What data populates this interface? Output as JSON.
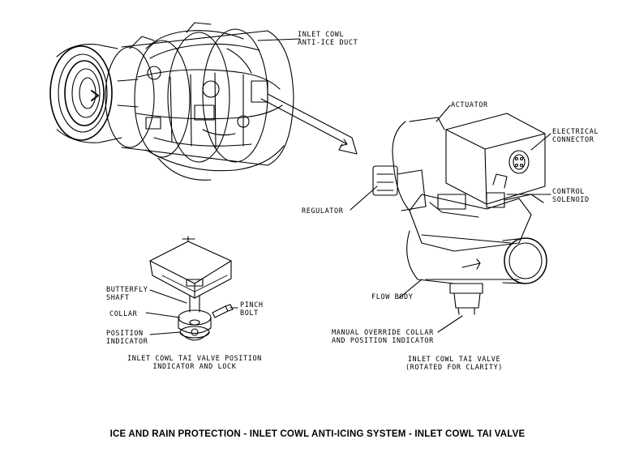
{
  "labels": {
    "inlet_duct_line1": "INLET COWL",
    "inlet_duct_line2": "ANTI-ICE DUCT",
    "actuator": "ACTUATOR",
    "electrical_line1": "ELECTRICAL",
    "electrical_line2": "CONNECTOR",
    "control_line1": "CONTROL",
    "control_line2": "SOLENOID",
    "regulator": "REGULATOR",
    "butterfly_line1": "BUTTERFLY",
    "butterfly_line2": "SHAFT",
    "pinch_line1": "PINCH",
    "pinch_line2": "BOLT",
    "collar": "COLLAR",
    "position_line1": "POSITION",
    "position_line2": "INDICATOR",
    "flow_body": "FLOW BODY",
    "manual_line1": "MANUAL OVERRIDE COLLAR",
    "manual_line2": "AND POSITION INDICATOR"
  },
  "captions": {
    "left_line1": "INLET COWL TAI VALVE POSITION",
    "left_line2": "INDICATOR AND LOCK",
    "right_line1": "INLET COWL TAI VALVE",
    "right_line2": "(ROTATED FOR CLARITY)"
  },
  "title": "ICE AND RAIN PROTECTION - INLET COWL ANTI-ICING SYSTEM - INLET COWL TAI VALVE"
}
